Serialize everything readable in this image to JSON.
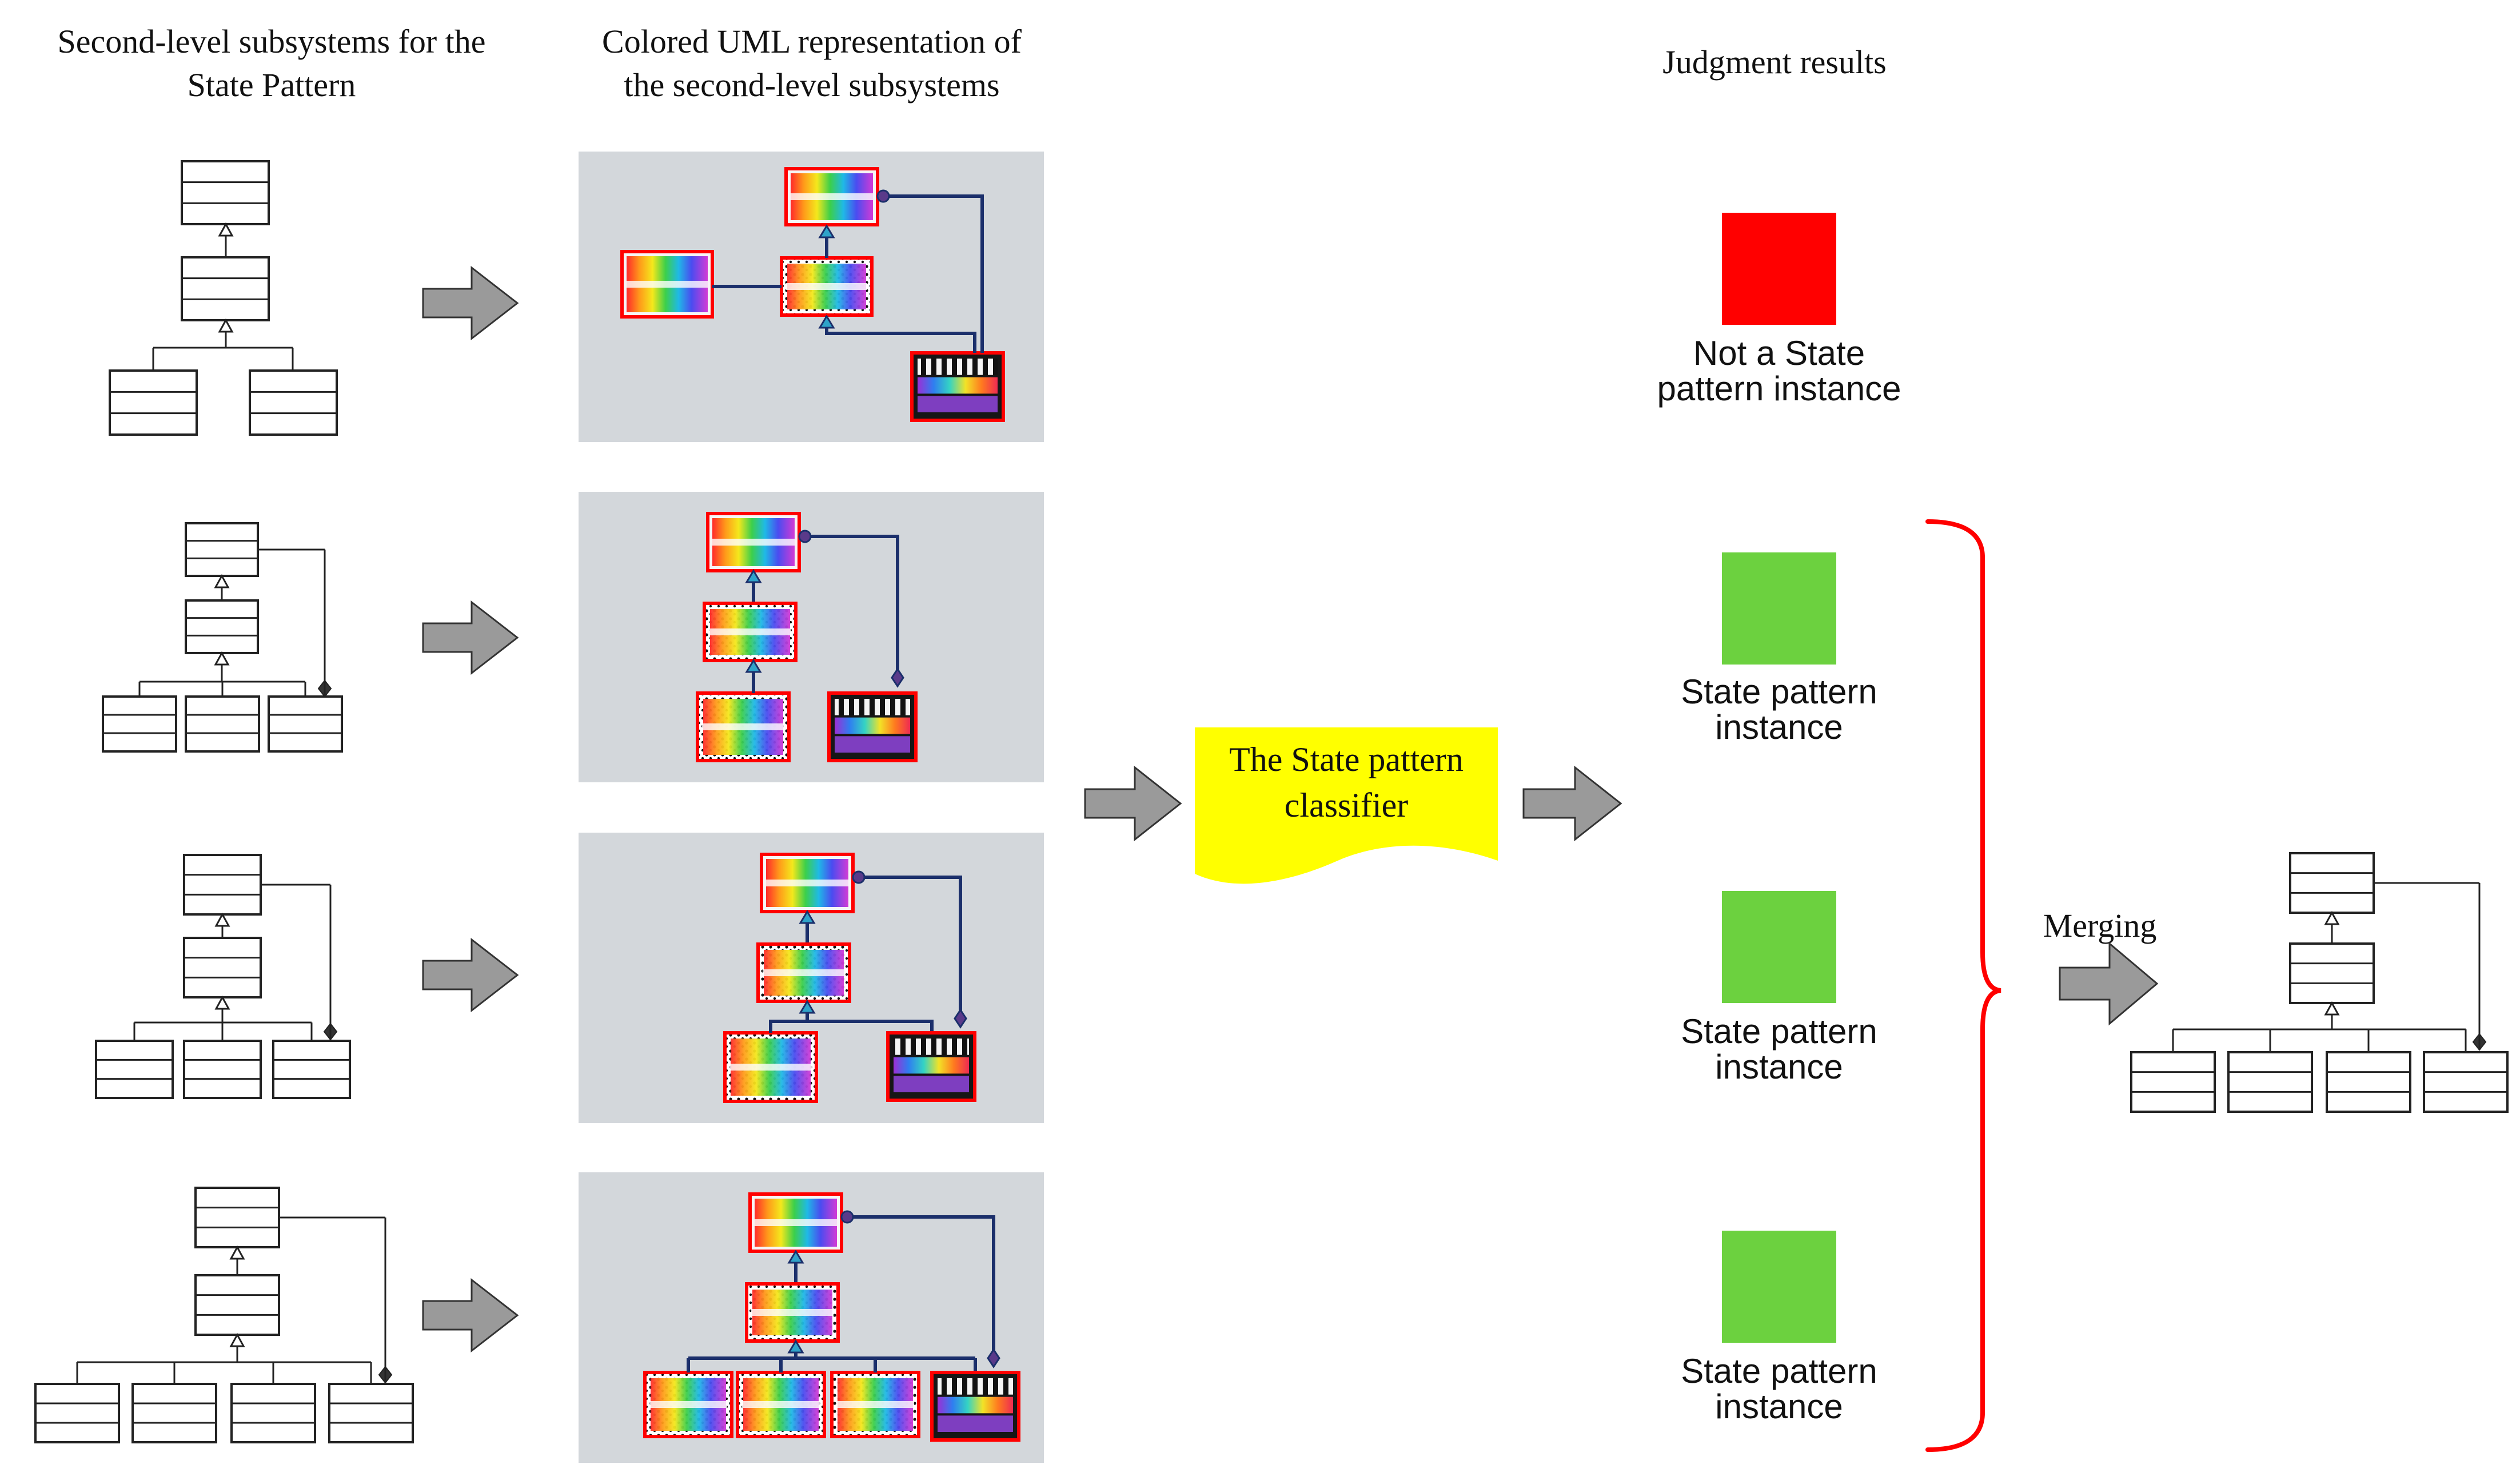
{
  "headers": {
    "col1": [
      "Second-level subsystems for the",
      "State Pattern"
    ],
    "col2": [
      "Colored UML representation of",
      "the second-level subsystems"
    ],
    "col3": "Judgment results"
  },
  "classifier": {
    "lines": [
      "The State pattern",
      "classifier"
    ]
  },
  "results": [
    {
      "lines": [
        "Not a State",
        "pattern instance"
      ],
      "color": "#ff0000"
    },
    {
      "lines": [
        "State pattern",
        "instance"
      ],
      "color": "#6cd13f"
    },
    {
      "lines": [
        "State pattern",
        "instance"
      ],
      "color": "#6cd13f"
    },
    {
      "lines": [
        "State pattern",
        "instance"
      ],
      "color": "#6cd13f"
    }
  ],
  "merging_label": "Merging",
  "colors": {
    "arrow_fill": "#9a9a9a",
    "panel_bg": "#d3d7db",
    "class_border_red": "#ff0000",
    "connector_navy": "#1b2f6b",
    "classifier_fill": "#ffff00",
    "brace": "#ff0000"
  },
  "icons": [
    "arrow-right-icon",
    "uml-class-icon",
    "generalization-arrow-icon",
    "composition-diamond-icon",
    "curly-brace-icon"
  ]
}
